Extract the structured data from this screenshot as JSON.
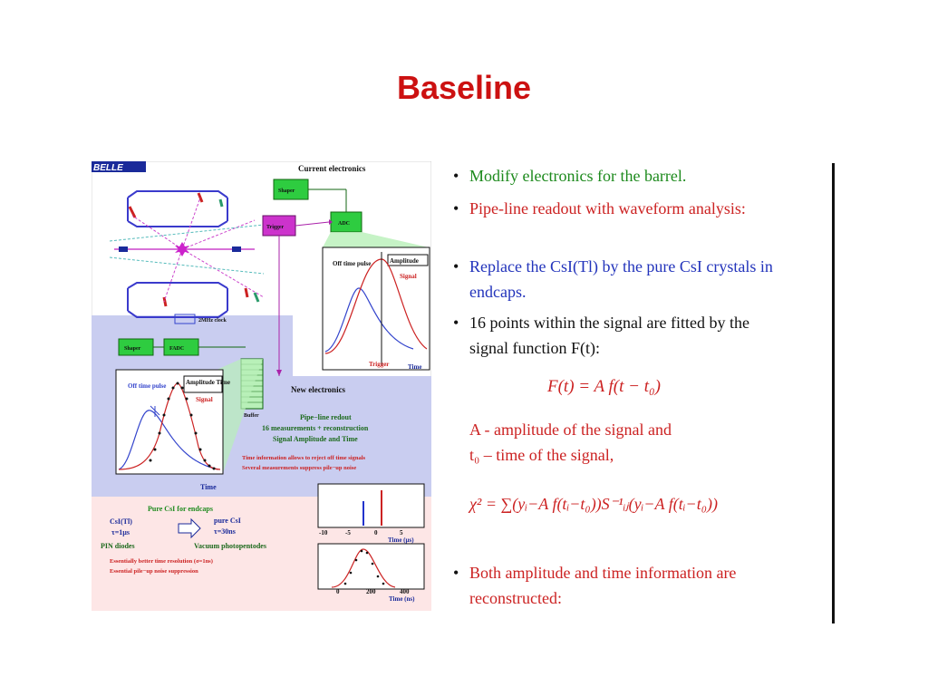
{
  "title": "Baseline",
  "figure": {
    "logo": "BELLE",
    "current_electronics": "Current electronics",
    "shaper": "Shaper",
    "trigger": "Trigger",
    "adc": "ADC",
    "off_time_pulse": "Off time pulse",
    "amplitude": "Amplitude",
    "signal": "Signal",
    "trigger_label": "Trigger",
    "time": "Time",
    "clock": "2MHz clock",
    "shaper2": "Shaper",
    "fadc": "FADC",
    "buffer": "Buffer",
    "amplitude_time": "Amplitude Time",
    "new_electronics": "New electronics",
    "pipeline": "Pipe−line redout",
    "measurements": "16 measurements + reconstruction",
    "signal_amp_time": "Signal Amplitude and Time",
    "time_info": "Time information allows to reject off time signals",
    "several": "Several measurements suppress pile−up noise",
    "pure_csi_endcaps": "Pure CsI for endcaps",
    "csi_tl": "CsI(Tl)",
    "tau1": "τ=1µs",
    "pure_csi": "pure CsI",
    "tau2": "τ=30ns",
    "pin": "PIN diodes",
    "vacuum": "Vacuum photopentodes",
    "better_time": "Essentially better time resolution (σ=1ns)",
    "pileup": "Essential pile−up noise suppression",
    "time_us": "Time (µs)",
    "time_ns": "Time (ns)",
    "ticks_us": [
      "-10",
      "-5",
      "0",
      "5"
    ],
    "ticks_ns": [
      "0",
      "200",
      "400"
    ]
  },
  "bullets": {
    "b1": "Modify electronics for the barrel.",
    "b2": "Pipe-line readout with waveform analysis:",
    "b3": "Replace the CsI(Tl) by the pure CsI crystals in endcaps.",
    "b4": "16 points within the signal are fitted by the signal function F(t):",
    "eq1": "F(t) = A f(t − t₀)",
    "def1": "A - amplitude of the signal and",
    "def2": "t₀ – time of the signal,",
    "eq2": "χ² = ∑(yᵢ−A f(tᵢ−t₀))S⁻¹ᵢⱼ(yᵢ−A f(tᵢ−t₀))",
    "b5": "Both amplitude and time information are reconstructed:"
  }
}
